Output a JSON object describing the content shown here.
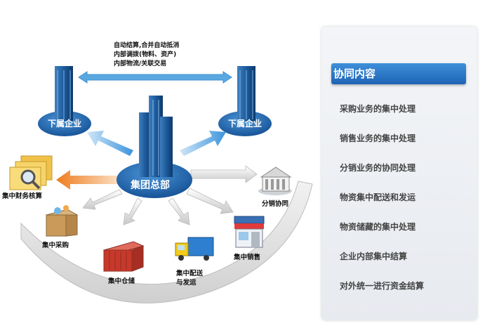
{
  "diagram": {
    "top_annotation": [
      "自动结算,合并自动抵消",
      "内部调拨(物料、资产)",
      "内部物流/关联交易"
    ],
    "hq_label": "集团总部",
    "subsidiary_left_label": "下属企业",
    "subsidiary_right_label": "下属企业",
    "finance_label": "集中财务核算",
    "distribution_label": "分销协同",
    "procurement_label": "集中采购",
    "warehouse_label": "集中仓储",
    "delivery_label_1": "集中配送",
    "delivery_label_2": "与发运",
    "sales_label": "集中销售"
  },
  "panel": {
    "title": "协同内容",
    "items": [
      "采购业务的集中处理",
      "销售业务的集中处理",
      "分销业务的协同处理",
      "物资集中配送和发运",
      "物资储藏的集中处理",
      "企业内部集中结算",
      "对外统一进行资金结算"
    ]
  },
  "colors": {
    "accent_blue": "#1e64b5",
    "hq_blue": "#1a5ea8",
    "arrow_blue": "#5aa8e0",
    "arrow_orange": "#f08a24"
  }
}
